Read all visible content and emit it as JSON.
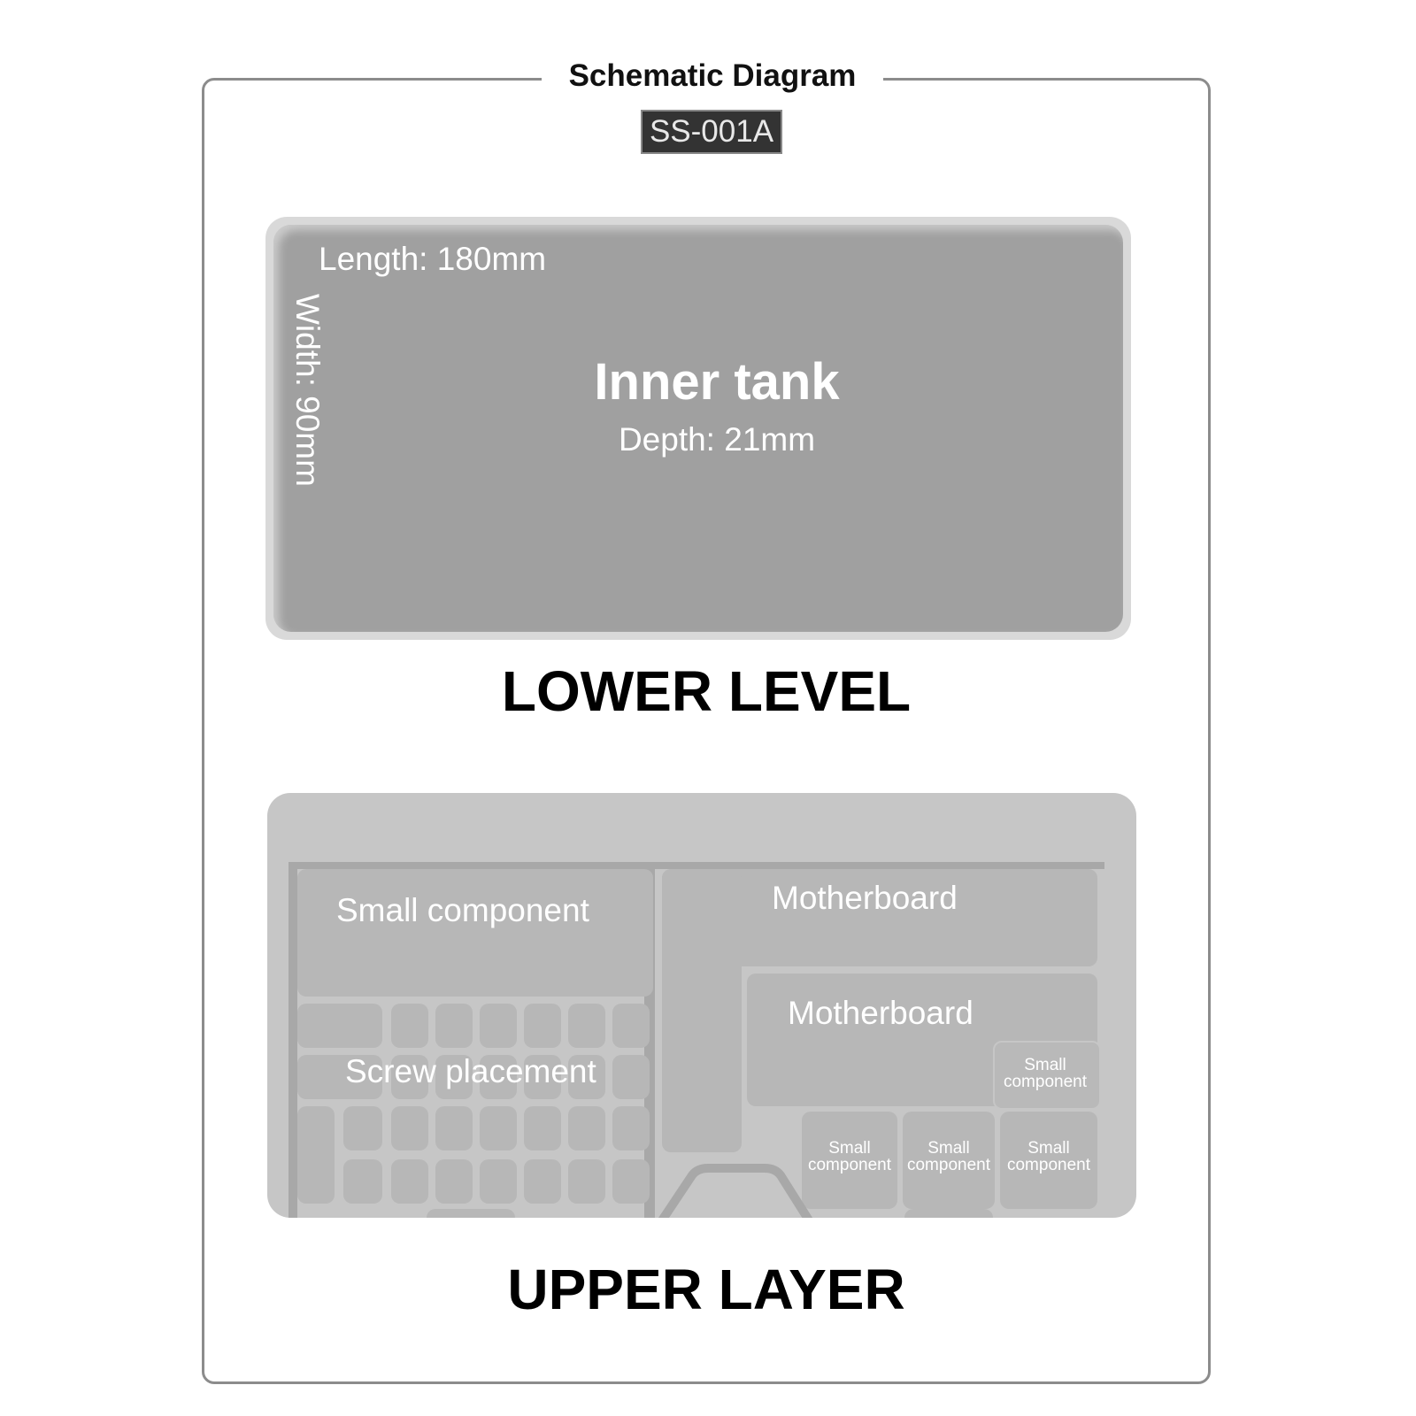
{
  "title": "Schematic Diagram",
  "model_code": "SS-001A",
  "lower_level": {
    "length_label": "Length: 180mm",
    "width_label": "Width: 90mm",
    "tank_label": "Inner tank",
    "depth_label": "Depth: 21mm",
    "heading": "LOWER LEVEL"
  },
  "upper_layer": {
    "heading": "UPPER LAYER",
    "small_component_large": "Small component",
    "screw_placement": "Screw placement",
    "motherboard_1": "Motherboard",
    "motherboard_2": "Motherboard",
    "small_components": [
      {
        "line1": "Small",
        "line2": "component"
      },
      {
        "line1": "Small",
        "line2": "component"
      },
      {
        "line1": "Small",
        "line2": "component"
      },
      {
        "line1": "Small",
        "line2": "component"
      }
    ]
  },
  "colors": {
    "tank_fill": "#a0a0a0",
    "tray_fill": "#c6c6c6",
    "bin_fill": "#b7b7b7",
    "frame_border": "#8c8c8c"
  }
}
